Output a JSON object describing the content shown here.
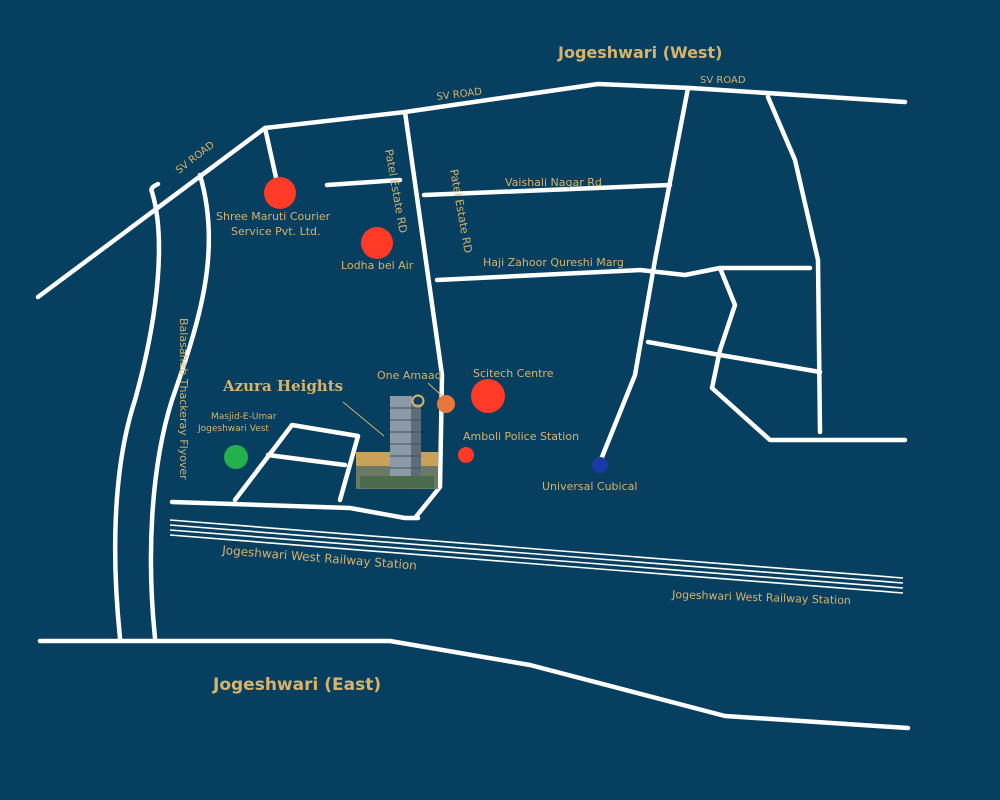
{
  "areas": {
    "north": "Jogeshwari (West)",
    "south": "Jogeshwari (East)"
  },
  "roads": {
    "sv_road_left": "SV ROAD",
    "sv_road_mid": "SV ROAD",
    "sv_road_right": "SV ROAD",
    "patel_estate_1": "Patel Estate RD",
    "patel_estate_2": "Patel Estate RD",
    "vaishali_nagar": "Vaishali Nagar Rd",
    "haji_zahoor": "Haji Zahoor Qureshi Marg",
    "flyover": "Balasaheb Thackeray Flyover",
    "railway_1": "Jogeshwari West Railway Station",
    "railway_2": "Jogeshwari West Railway Station"
  },
  "project": {
    "name": "Azura Heights"
  },
  "landmarks": {
    "shree_maruti_line1": "Shree Maruti Courier",
    "shree_maruti_line2": "Service Pvt. Ltd.",
    "lodha": "Lodha bel Air",
    "one_amaad": "One Amaad",
    "scitech": "Scitech Centre",
    "amboli": "Amboli Police Station",
    "universal": "Universal Cubical",
    "masjid_line1": "Masjid-E-Umar",
    "masjid_line2": "Jogeshwari Vest"
  },
  "colors": {
    "background": "#063f5f",
    "road": "#ffffff",
    "label": "#d9b36a",
    "marker_red": "#ff3a26",
    "marker_orange": "#e8783a",
    "marker_green": "#22b14c",
    "marker_blue": "#1a3aa8"
  }
}
